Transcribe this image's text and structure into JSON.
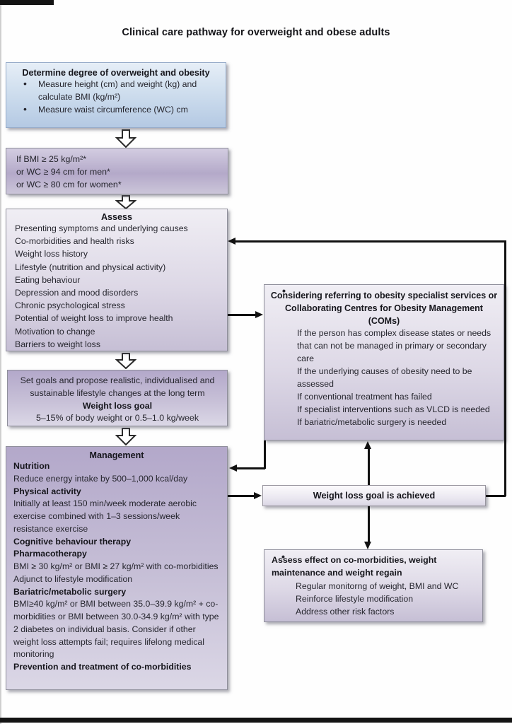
{
  "title": "Clinical care pathway for overweight and obese adults",
  "boxes": {
    "determine": {
      "title": "Determine degree of overweight and obesity",
      "bullets": [
        "Measure height (cm) and weight (kg) and calculate BMI (kg/m²)",
        "Measure waist circumference (WC) cm"
      ]
    },
    "bmi_criteria": {
      "lines": [
        "If BMI ≥ 25 kg/m²*",
        "or WC ≥ 94 cm for men*",
        "or WC ≥ 80 cm for women*"
      ]
    },
    "assess": {
      "title": "Assess",
      "items": [
        "Presenting symptoms and underlying causes",
        "Co-morbidities and health risks",
        "Weight loss history",
        "Lifestyle (nutrition and physical activity)",
        "Eating behaviour",
        "Depression and mood disorders",
        "Chronic psychological stress",
        "Potential of weight loss to improve health",
        "Motivation to change",
        "Barriers to weight loss"
      ]
    },
    "goals": {
      "text": "Set goals and propose realistic, individualised and sustainable lifestyle changes at the long term",
      "goal_label": "Weight loss goal",
      "goal_value": "5–15% of body weight or 0.5–1.0 kg/week"
    },
    "management": {
      "title": "Management",
      "lines": [
        {
          "style": "bold",
          "text": "Nutrition"
        },
        {
          "style": "text",
          "text": "Reduce energy intake by 500–1,000 kcal/day"
        },
        {
          "style": "bold",
          "text": "Physical activity"
        },
        {
          "style": "text",
          "text": "Initially at least 150 min/week moderate aerobic exercise combined with 1–3 sessions/week resistance exercise"
        },
        {
          "style": "bold",
          "text": "Cognitive behaviour therapy"
        },
        {
          "style": "bold",
          "text": "Pharmacotherapy"
        },
        {
          "style": "text",
          "text": "BMI ≥ 30 kg/m² or BMI ≥ 27 kg/m² with co-morbidities"
        },
        {
          "style": "text",
          "text": "Adjunct to lifestyle modification"
        },
        {
          "style": "bold",
          "text": "Bariatric/metabolic surgery"
        },
        {
          "style": "text",
          "text": "BMI≥40 kg/m² or BMI between 35.0–39.9 kg/m² + co-morbidities or BMI between 30.0-34.9 kg/m² with type 2 diabetes on individual basis. Consider if other weight loss attempts fail; requires lifelong medical monitoring"
        },
        {
          "style": "bold",
          "text": "Prevention and treatment of co-morbidities"
        }
      ]
    },
    "referral": {
      "title": "Considering referring to obesity specialist services or Collaborating Centres for Obesity Management (COMs)",
      "bullets": [
        "If the person has complex disease states or needs that can not be managed in primary or secondary care",
        "If the underlying causes of obesity need to be assessed",
        "If conventional treatment has failed",
        "If specialist interventions such as VLCD is needed",
        "If bariatric/metabolic surgery is needed"
      ]
    },
    "achieved": {
      "label": "Weight loss goal is achieved"
    },
    "monitor": {
      "title": "Assess effect on co-morbidities, weight maintenance and weight regain",
      "bullets": [
        "Regular monitorng of weight, BMI and WC",
        "Reinforce lifestyle modification",
        "Address other risk factors"
      ]
    }
  },
  "colors": {
    "box_blue_top": "#e6eef7",
    "box_blue_bottom": "#b4c9e3",
    "box_purple_dark": "#b3a8ca",
    "box_purple_light": "#ddd8e6",
    "box_border": "#8f8f9b",
    "connector": "#111111",
    "text": "#26262e"
  }
}
